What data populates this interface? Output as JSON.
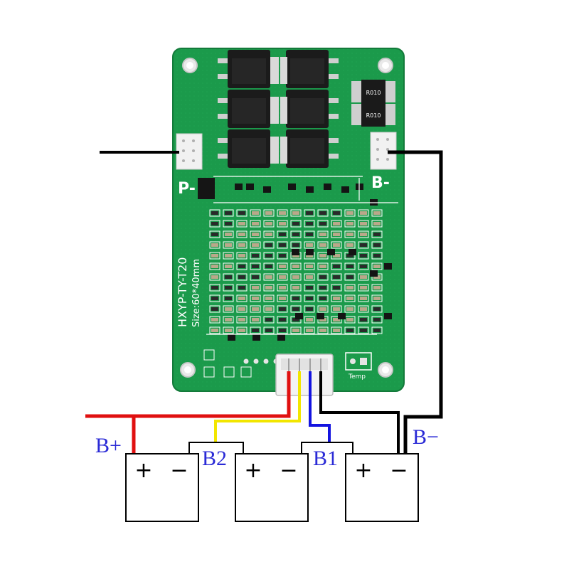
{
  "board": {
    "model": "HXYP-TY-T20",
    "size": "Size:60*40mm",
    "pad_p_minus": "P-",
    "pad_b_minus": "B-",
    "temp_label": "Temp",
    "resistor_marks": [
      "R010",
      "R010"
    ],
    "pcb_color": "#1a9a4a",
    "silk_color": "#ffffff"
  },
  "wiring": {
    "b_plus": "B+",
    "b_minus": "B−",
    "b1": "B1",
    "b2": "B2",
    "colors": {
      "b_plus": "#e01010",
      "b2": "#f2e600",
      "b1": "#1414e0",
      "b_minus": "#000000",
      "p_minus": "#000000"
    }
  },
  "batteries": [
    {
      "plus": "+",
      "minus": "−"
    },
    {
      "plus": "+",
      "minus": "−"
    },
    {
      "plus": "+",
      "minus": "−"
    }
  ]
}
